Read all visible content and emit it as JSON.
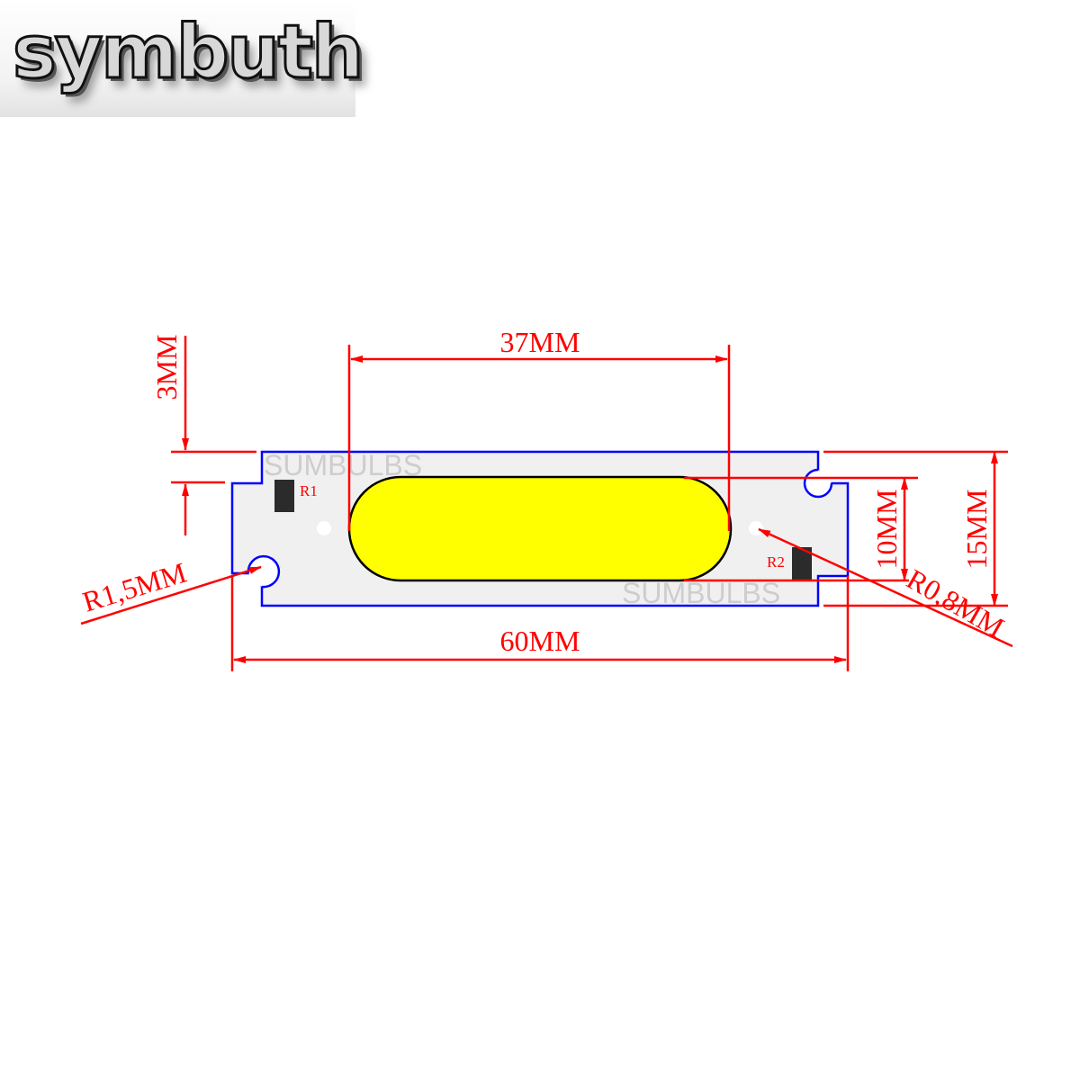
{
  "logo": {
    "text": "symbuth"
  },
  "watermarks": [
    "SUMBULBS",
    "SUMBULBS"
  ],
  "components": {
    "r1": "R1",
    "r2": "R2"
  },
  "dimensions": {
    "led_length": "37MM",
    "board_length": "60MM",
    "edge_offset": "3MM",
    "led_width": "10MM",
    "board_width": "15MM",
    "notch_radius": "R1,5MM",
    "hole_radius": "R0,8MM"
  },
  "colors": {
    "dimension": "#ff0000",
    "outline": "#0000ff",
    "led": "#ffff00",
    "board": "#f0f0f0",
    "resistor": "#2b2b2b"
  }
}
